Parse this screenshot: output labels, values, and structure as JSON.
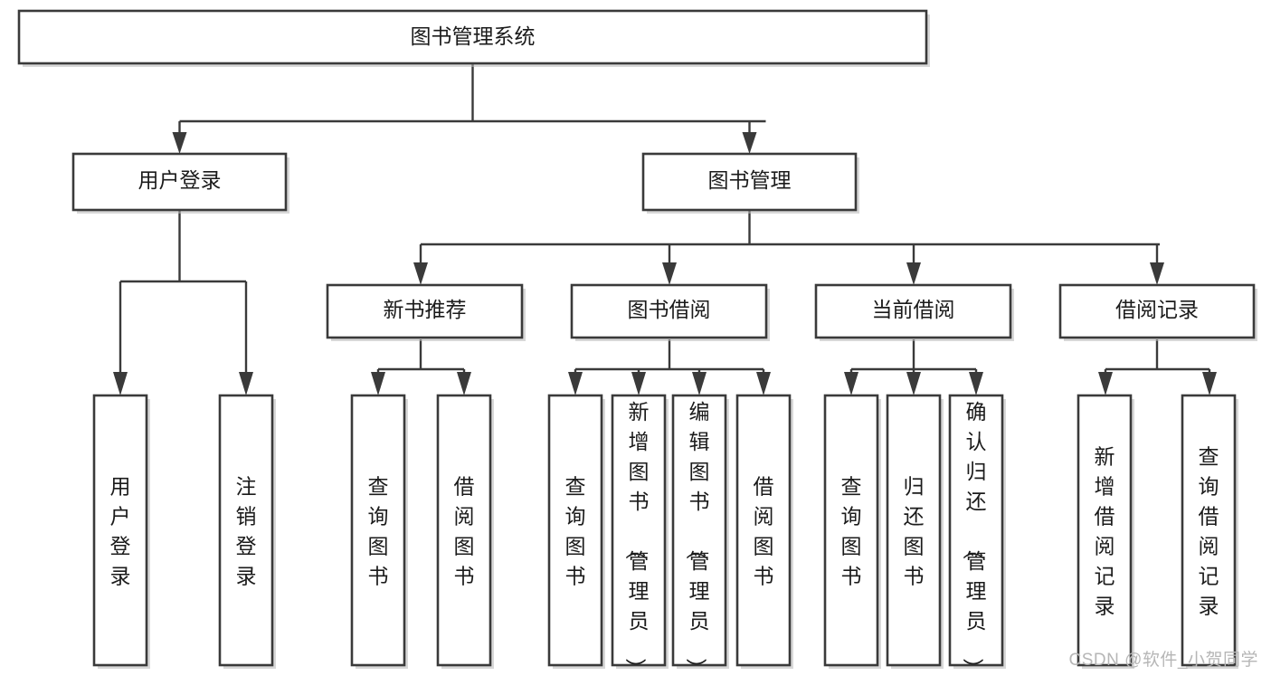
{
  "diagram": {
    "type": "tree-hierarchy",
    "title": "图书管理系统",
    "watermark": "CSDN @软件_小贺同学",
    "colors": {
      "box_stroke": "#3a3a3a",
      "box_fill": "#ffffff",
      "text": "#1b1b1b",
      "connector": "#3a3a3a",
      "watermark": "#b6b6b6",
      "background": "#ffffff"
    },
    "levels": [
      {
        "level": 0,
        "nodes": [
          {
            "id": "root",
            "label": "图书管理系统",
            "orientation": "horizontal"
          }
        ]
      },
      {
        "level": 1,
        "nodes": [
          {
            "id": "login",
            "label": "用户登录",
            "orientation": "horizontal",
            "parent": "root"
          },
          {
            "id": "bookmgmt",
            "label": "图书管理",
            "orientation": "horizontal",
            "parent": "root"
          }
        ]
      },
      {
        "level": 2,
        "nodes": [
          {
            "id": "newbook",
            "label": "新书推荐",
            "orientation": "horizontal",
            "parent": "bookmgmt"
          },
          {
            "id": "borrow",
            "label": "图书借阅",
            "orientation": "horizontal",
            "parent": "bookmgmt"
          },
          {
            "id": "current",
            "label": "当前借阅",
            "orientation": "horizontal",
            "parent": "bookmgmt"
          },
          {
            "id": "records",
            "label": "借阅记录",
            "orientation": "horizontal",
            "parent": "bookmgmt"
          }
        ]
      },
      {
        "level": 3,
        "nodes": [
          {
            "id": "leaf-1",
            "label": "用户登录",
            "orientation": "vertical",
            "parent": "login"
          },
          {
            "id": "leaf-2",
            "label": "注销登录",
            "orientation": "vertical",
            "parent": "login"
          },
          {
            "id": "leaf-3",
            "label": "查询图书",
            "orientation": "vertical",
            "parent": "newbook"
          },
          {
            "id": "leaf-4",
            "label": "借阅图书",
            "orientation": "vertical",
            "parent": "newbook"
          },
          {
            "id": "leaf-5",
            "label": "查询图书",
            "orientation": "vertical",
            "parent": "borrow"
          },
          {
            "id": "leaf-6",
            "label": "新增图书（管理员）",
            "orientation": "vertical",
            "parent": "borrow"
          },
          {
            "id": "leaf-7",
            "label": "编辑图书（管理员）",
            "orientation": "vertical",
            "parent": "borrow"
          },
          {
            "id": "leaf-8",
            "label": "借阅图书",
            "orientation": "vertical",
            "parent": "borrow"
          },
          {
            "id": "leaf-9",
            "label": "查询图书",
            "orientation": "vertical",
            "parent": "current"
          },
          {
            "id": "leaf-10",
            "label": "归还图书",
            "orientation": "vertical",
            "parent": "current"
          },
          {
            "id": "leaf-11",
            "label": "确认归还（管理员）",
            "orientation": "vertical",
            "parent": "current"
          },
          {
            "id": "leaf-12",
            "label": "新增借阅记录",
            "orientation": "vertical",
            "parent": "records"
          },
          {
            "id": "leaf-13",
            "label": "查询借阅记录",
            "orientation": "vertical",
            "parent": "records"
          }
        ]
      }
    ]
  }
}
